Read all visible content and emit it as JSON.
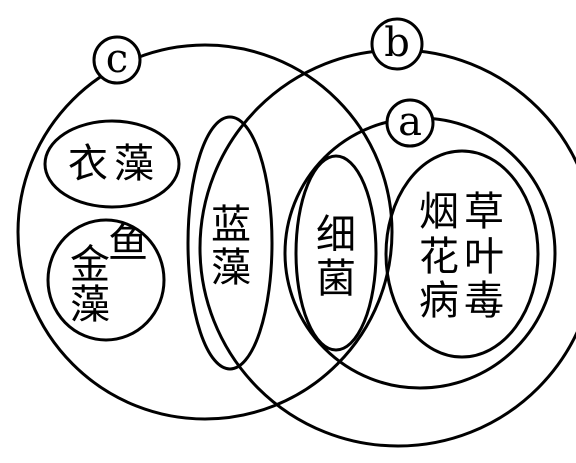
{
  "diagram": {
    "circle_labels": {
      "a": "a",
      "b": "b",
      "c": "c"
    },
    "organisms": {
      "yizao": [
        "衣",
        "藻"
      ],
      "jinyuzao": [
        "金",
        "鱼",
        "藻"
      ],
      "lanzao": [
        "蓝",
        "藻"
      ],
      "xijun": [
        "细",
        "菌"
      ],
      "yancao": [
        "烟",
        "草",
        "花",
        "叶",
        "病",
        "毒"
      ]
    }
  }
}
